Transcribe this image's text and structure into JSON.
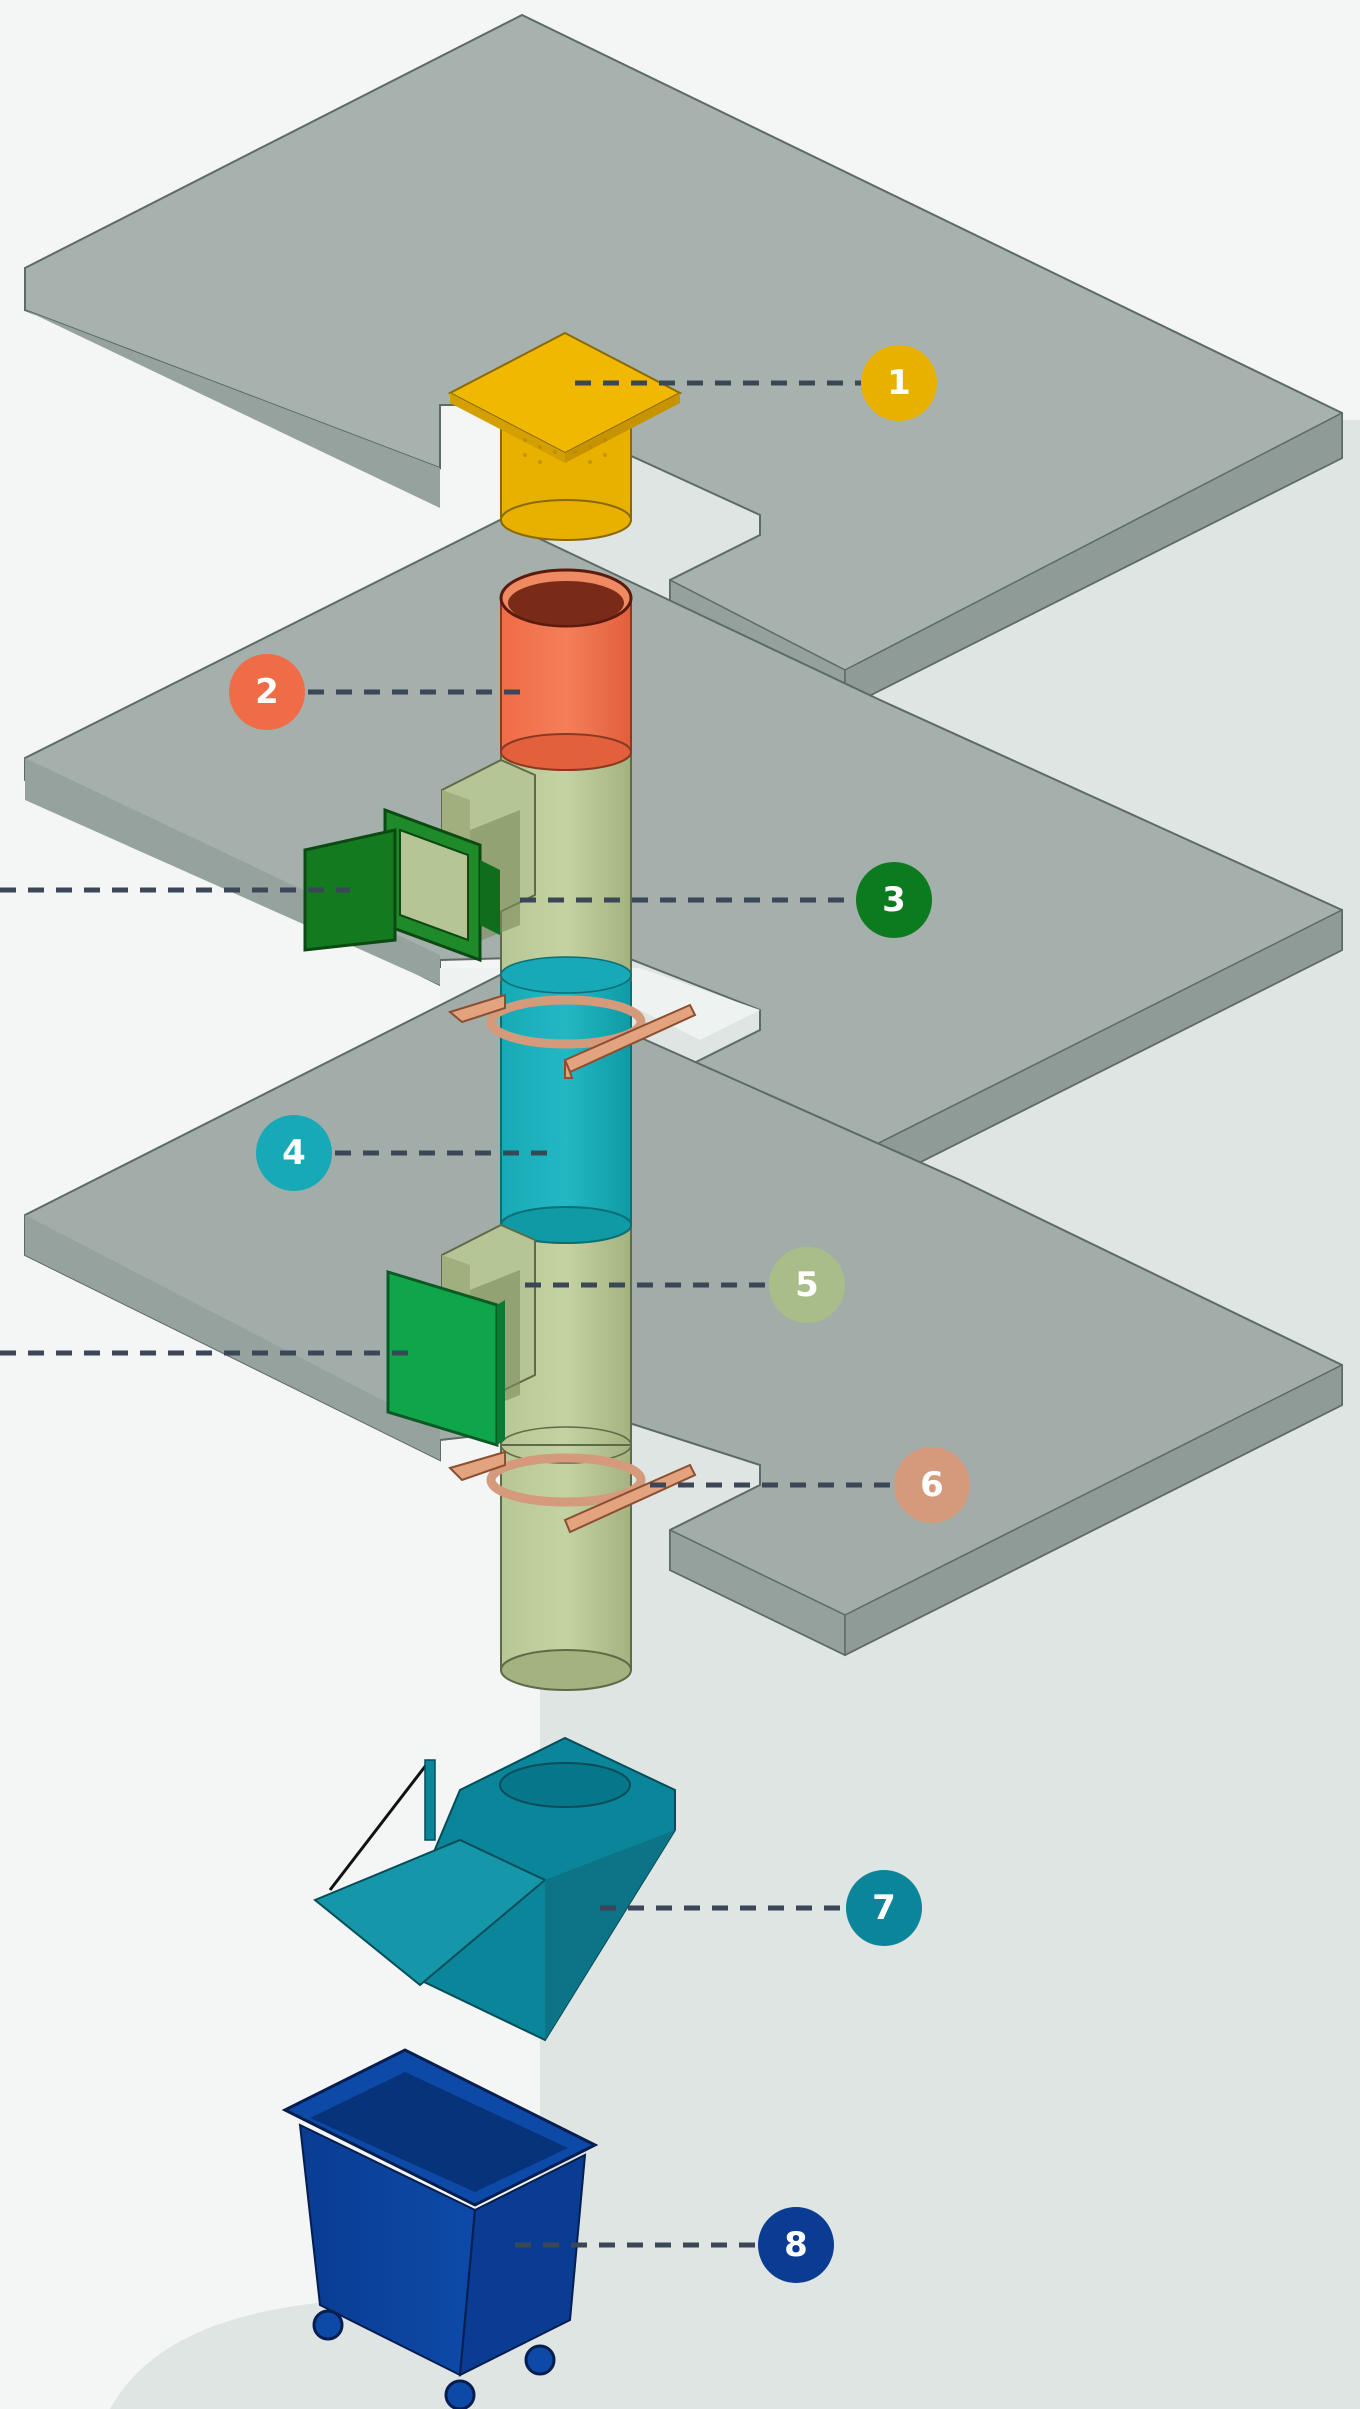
{
  "diagram": {
    "background_color": "#f3f6f4",
    "panel_color": "#dfe5e2",
    "slab_color": "#a7b2ae",
    "slab_edge_color": "#8f9b97"
  },
  "callouts": [
    {
      "number": "1",
      "color": "#e8b100",
      "component": "chute-top-vent"
    },
    {
      "number": "2",
      "color": "#ef6c47",
      "component": "chute-pipe-section"
    },
    {
      "number": "3",
      "color": "#0c7a1f",
      "component": "intake-hopper-door-open"
    },
    {
      "number": "4",
      "color": "#17aab6",
      "component": "chute-pipe-section"
    },
    {
      "number": "5",
      "color": "#a9bd88",
      "component": "intake-hopper-door-closed"
    },
    {
      "number": "6",
      "color": "#d49a7b",
      "component": "floor-support-clamp"
    },
    {
      "number": "7",
      "color": "#0a8599",
      "component": "discharge-unit"
    },
    {
      "number": "8",
      "color": "#0a3c93",
      "component": "waste-container"
    }
  ]
}
